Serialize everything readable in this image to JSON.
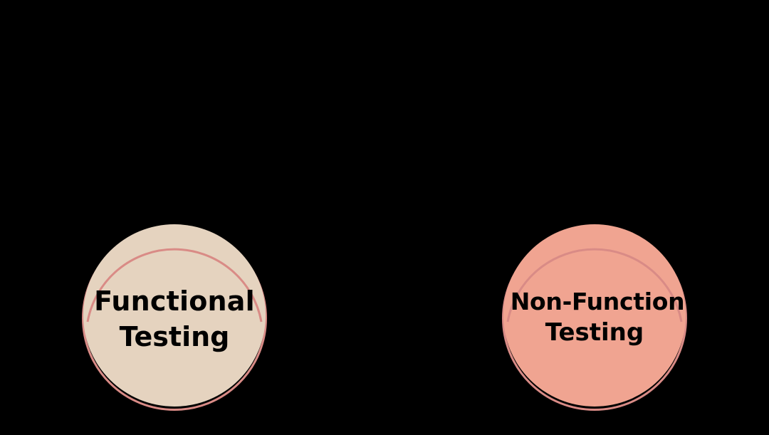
{
  "diagram": {
    "background_color": "#000000",
    "nodes": [
      {
        "id": "functional",
        "label_line_1": "Functional",
        "label_line_2": "Testing",
        "fill_color": "#e5d3bf",
        "ring_color": "#d98b86",
        "text_color": "#000000"
      },
      {
        "id": "non-functional",
        "label_line_1": "Non-Function",
        "label_line_2": "Testing",
        "fill_color": "#f0a491",
        "ring_color": "#d98b86",
        "text_color": "#000000"
      }
    ]
  }
}
